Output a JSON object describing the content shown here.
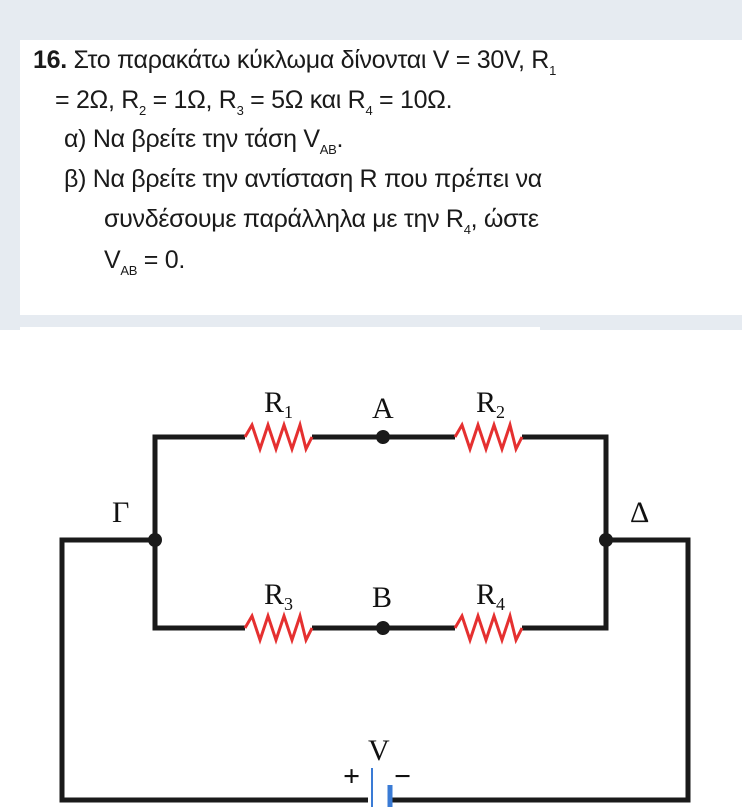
{
  "problem": {
    "number": "16.",
    "line1": "Στο παρακάτω κύκλωμα δίνονται V = 30V, R",
    "line1_sub": "1",
    "line2_parts": [
      "= 2Ω, R",
      "2",
      " = 1Ω, R",
      "3",
      " = 5Ω και R",
      "4",
      " = 10Ω."
    ],
    "a_text": "α) Να βρείτε την τάση V",
    "a_sub": "AB",
    "a_end": ".",
    "b_line1": "β) Να βρείτε την αντίσταση R που πρέπει να",
    "b_line2": "συνδέσουμε παράλληλα με την R",
    "b_line2_sub": "4",
    "b_line2_end": ", ώστε",
    "b_line3": "V",
    "b_line3_sub": "AB",
    "b_line3_end": " = 0."
  },
  "circuit": {
    "labels": {
      "R1": "R",
      "R1_sub": "1",
      "R2": "R",
      "R2_sub": "2",
      "R3": "R",
      "R3_sub": "3",
      "R4": "R",
      "R4_sub": "4",
      "A": "A",
      "B": "B",
      "Gamma": "Γ",
      "Delta": "Δ",
      "V": "V",
      "plus": "+",
      "minus": "−"
    },
    "colors": {
      "wire": "#1a1a1a",
      "resistor": "#e53030",
      "battery": "#3a7bd5"
    }
  }
}
